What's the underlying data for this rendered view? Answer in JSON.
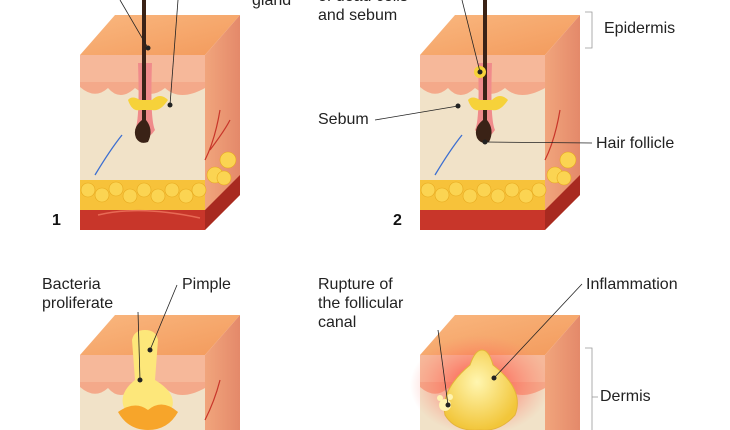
{
  "labels": {
    "gland": "gland",
    "dead_cells": "of dead cells\nand sebum",
    "epidermis": "Epidermis",
    "sebum": "Sebum",
    "hair_follicle": "Hair follicle",
    "bacteria": "Bacteria\nproliferate",
    "pimple": "Pimple",
    "rupture": "Rupture of\nthe follicular\ncanal",
    "inflammation": "Inflammation",
    "dermis": "Dermis"
  },
  "stages": [
    "1",
    "2"
  ],
  "colors": {
    "epidermis": "#f6b08a",
    "epidermis_top": "#f7a86e",
    "dermis": "#f1e2c8",
    "fat": "#f9c52a",
    "muscle": "#c8362a",
    "hair": "#3a2216",
    "sebum": "#f6d23a",
    "pus": "#f3d15a"
  }
}
